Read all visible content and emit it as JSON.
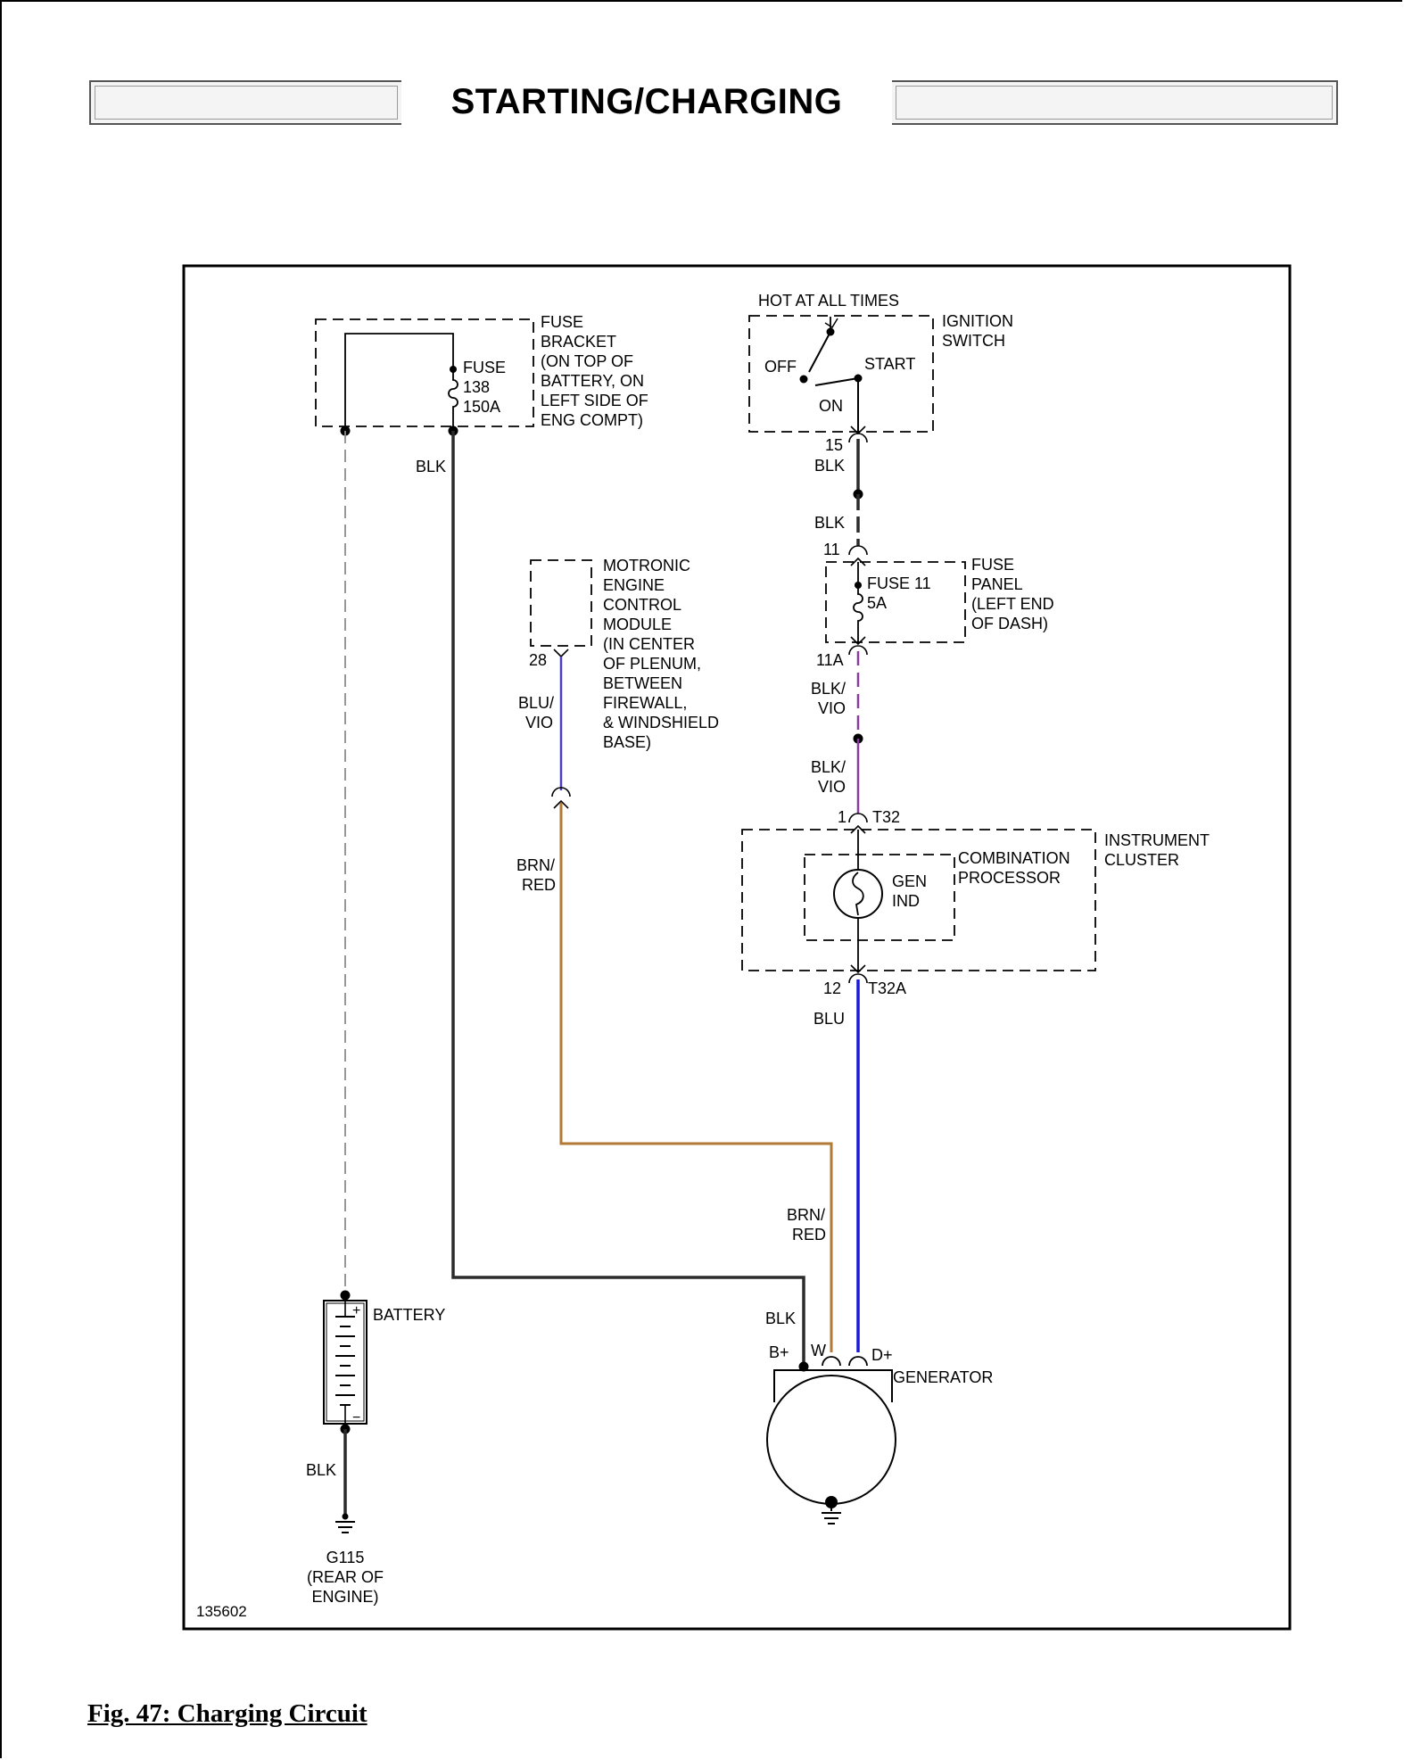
{
  "header": {
    "title": "STARTING/CHARGING"
  },
  "caption": "Fig. 47: Charging Circuit",
  "diagram": {
    "fig_id": "135602",
    "fuse_bracket": {
      "title": [
        "FUSE",
        "BRACKET",
        "(ON TOP OF",
        "BATTERY, ON",
        "LEFT SIDE OF",
        "ENG COMPT)"
      ],
      "fuse": [
        "FUSE",
        "138",
        "150A"
      ]
    },
    "ignition_switch": {
      "top_label": "HOT AT ALL TIMES",
      "title": [
        "IGNITION",
        "SWITCH"
      ],
      "positions": {
        "off": "OFF",
        "start": "START",
        "on": "ON"
      },
      "terminal": "15"
    },
    "fuse_panel": {
      "title": [
        "FUSE",
        "PANEL",
        "(LEFT END",
        "OF DASH)"
      ],
      "fuse": [
        "FUSE 11",
        "5A"
      ],
      "terminal_in": "11",
      "terminal_out": "11A"
    },
    "ecm": {
      "title": [
        "MOTRONIC",
        "ENGINE",
        "CONTROL",
        "MODULE",
        "(IN CENTER",
        "OF PLENUM,",
        "BETWEEN",
        "FIREWALL,",
        "& WINDSHIELD",
        "BASE)"
      ],
      "terminal": "28"
    },
    "instrument_cluster": {
      "title": [
        "INSTRUMENT",
        "CLUSTER"
      ],
      "processor": [
        "COMBINATION",
        "PROCESSOR"
      ],
      "indicator": [
        "GEN",
        "IND"
      ],
      "pin_in": "1",
      "conn_in": "T32",
      "pin_out": "12",
      "conn_out": "T32A"
    },
    "battery": {
      "label": "BATTERY",
      "plus": "+",
      "minus": "−"
    },
    "ground": [
      "G115",
      "(REAR OF",
      "ENGINE)"
    ],
    "generator": {
      "label": "GENERATOR",
      "b_plus": "B+",
      "w": "W",
      "d_plus": "D+"
    },
    "wires": {
      "blk_fuse": "BLK",
      "blk_15": "BLK",
      "blk_11": "BLK",
      "blk_vio_1": [
        "BLK/",
        "VIO"
      ],
      "blk_vio_2": [
        "BLK/",
        "VIO"
      ],
      "blu": "BLU",
      "blu_vio": [
        "BLU/",
        "VIO"
      ],
      "brn_red_1": [
        "BRN/",
        "RED"
      ],
      "brn_red_2": [
        "BRN/",
        "RED"
      ],
      "blk_gen": "BLK",
      "blk_ground": "BLK"
    },
    "colors": {
      "blk": "#2b2b2b",
      "blu": "#1a1ad6",
      "vio": "#8a3aa0",
      "blu_vio": "#4b3fc0",
      "brn": "#b27a34",
      "dash": "#8c8c8c"
    }
  }
}
